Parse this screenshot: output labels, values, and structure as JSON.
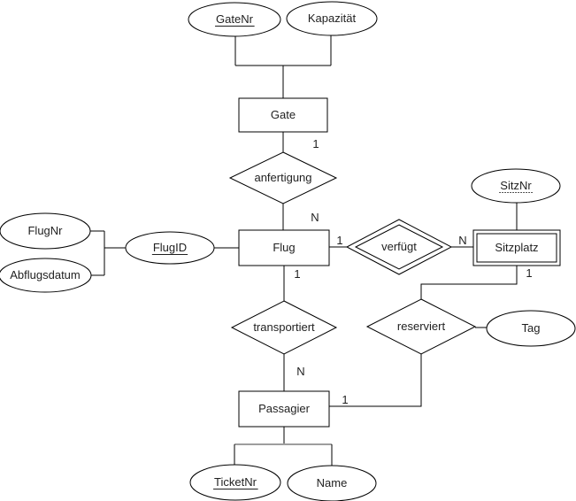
{
  "diagram": {
    "entities": {
      "gate": {
        "label": "Gate"
      },
      "flug": {
        "label": "Flug"
      },
      "sitzplatz": {
        "label": "Sitzplatz",
        "weak": true
      },
      "passagier": {
        "label": "Passagier"
      }
    },
    "relationships": {
      "anfertigung": {
        "label": "anfertigung"
      },
      "verfuegt": {
        "label": "verfügt",
        "weak": true
      },
      "transportiert": {
        "label": "transportiert"
      },
      "reserviert": {
        "label": "reserviert"
      }
    },
    "attributes": {
      "gatenr": {
        "label": "GateNr",
        "key": "primary"
      },
      "kapazitaet": {
        "label": "Kapazität",
        "key": "none"
      },
      "flugnr": {
        "label": "FlugNr",
        "key": "none"
      },
      "abflugsdatum": {
        "label": "Abflugsdatum",
        "key": "none"
      },
      "flugid": {
        "label": "FlugID",
        "key": "primary"
      },
      "sitznr": {
        "label": "SitzNr",
        "key": "partial"
      },
      "tag": {
        "label": "Tag",
        "key": "none"
      },
      "ticketnr": {
        "label": "TicketNr",
        "key": "primary"
      },
      "name": {
        "label": "Name",
        "key": "none"
      }
    },
    "cardinalities": {
      "gate_anfertigung": "1",
      "anfertigung_flug": "N",
      "flug_verfuegt": "1",
      "verfuegt_sitzplatz": "N",
      "sitzplatz_reserviert": "1",
      "flug_transportiert": "1",
      "transportiert_passagier": "N",
      "passagier_reserviert": "1"
    },
    "colors": {
      "stroke": "#000000",
      "fill": "#ffffff",
      "muted_connector": "#9e9e9e",
      "text": "#1f1f1f"
    }
  }
}
